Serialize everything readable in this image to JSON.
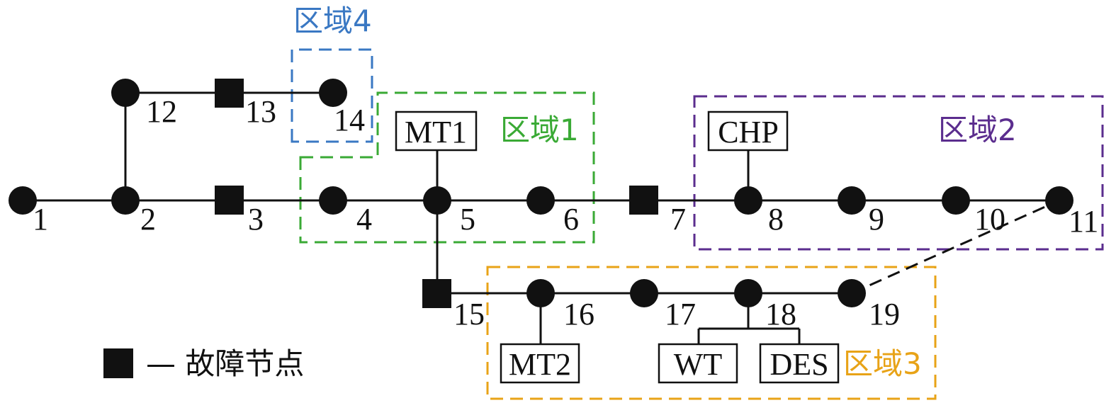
{
  "nodes": [
    {
      "id": "1",
      "label": "1",
      "type": "normal"
    },
    {
      "id": "2",
      "label": "2",
      "type": "normal"
    },
    {
      "id": "3",
      "label": "3",
      "type": "fault"
    },
    {
      "id": "4",
      "label": "4",
      "type": "normal"
    },
    {
      "id": "5",
      "label": "5",
      "type": "normal"
    },
    {
      "id": "6",
      "label": "6",
      "type": "normal"
    },
    {
      "id": "7",
      "label": "7",
      "type": "fault"
    },
    {
      "id": "8",
      "label": "8",
      "type": "normal"
    },
    {
      "id": "9",
      "label": "9",
      "type": "normal"
    },
    {
      "id": "10",
      "label": "10",
      "type": "normal"
    },
    {
      "id": "11",
      "label": "11",
      "type": "normal"
    },
    {
      "id": "12",
      "label": "12",
      "type": "normal"
    },
    {
      "id": "13",
      "label": "13",
      "type": "fault"
    },
    {
      "id": "14",
      "label": "14",
      "type": "normal"
    },
    {
      "id": "15",
      "label": "15",
      "type": "fault"
    },
    {
      "id": "16",
      "label": "16",
      "type": "normal"
    },
    {
      "id": "17",
      "label": "17",
      "type": "normal"
    },
    {
      "id": "18",
      "label": "18",
      "type": "normal"
    },
    {
      "id": "19",
      "label": "19",
      "type": "normal"
    }
  ],
  "devices": [
    {
      "id": "MT1",
      "label": "MT1",
      "node": "5"
    },
    {
      "id": "CHP",
      "label": "CHP",
      "node": "8"
    },
    {
      "id": "MT2",
      "label": "MT2",
      "node": "16"
    },
    {
      "id": "WT",
      "label": "WT",
      "node": "18"
    },
    {
      "id": "DES",
      "label": "DES",
      "node": "18"
    }
  ],
  "edges": [
    {
      "from": "1",
      "to": "2",
      "style": "solid"
    },
    {
      "from": "2",
      "to": "3",
      "style": "solid"
    },
    {
      "from": "3",
      "to": "4",
      "style": "solid"
    },
    {
      "from": "4",
      "to": "5",
      "style": "solid"
    },
    {
      "from": "5",
      "to": "6",
      "style": "solid"
    },
    {
      "from": "6",
      "to": "7",
      "style": "solid"
    },
    {
      "from": "7",
      "to": "8",
      "style": "solid"
    },
    {
      "from": "8",
      "to": "9",
      "style": "solid"
    },
    {
      "from": "9",
      "to": "10",
      "style": "solid"
    },
    {
      "from": "10",
      "to": "11",
      "style": "solid"
    },
    {
      "from": "2",
      "to": "12",
      "style": "solid"
    },
    {
      "from": "12",
      "to": "13",
      "style": "solid"
    },
    {
      "from": "13",
      "to": "14",
      "style": "solid"
    },
    {
      "from": "5",
      "to": "15",
      "style": "solid"
    },
    {
      "from": "15",
      "to": "16",
      "style": "solid"
    },
    {
      "from": "16",
      "to": "17",
      "style": "solid"
    },
    {
      "from": "17",
      "to": "18",
      "style": "solid"
    },
    {
      "from": "18",
      "to": "19",
      "style": "solid"
    },
    {
      "from": "19",
      "to": "11",
      "style": "dashed"
    }
  ],
  "zones": [
    {
      "id": "zone1",
      "label": "区域1",
      "color": "#3aaa35"
    },
    {
      "id": "zone2",
      "label": "区域2",
      "color": "#5b2d8e"
    },
    {
      "id": "zone3",
      "label": "区域3",
      "color": "#e8a317"
    },
    {
      "id": "zone4",
      "label": "区域4",
      "color": "#3a78c3"
    }
  ],
  "legend": {
    "symbol": "fault-node-square",
    "text": "— 故障节点"
  }
}
